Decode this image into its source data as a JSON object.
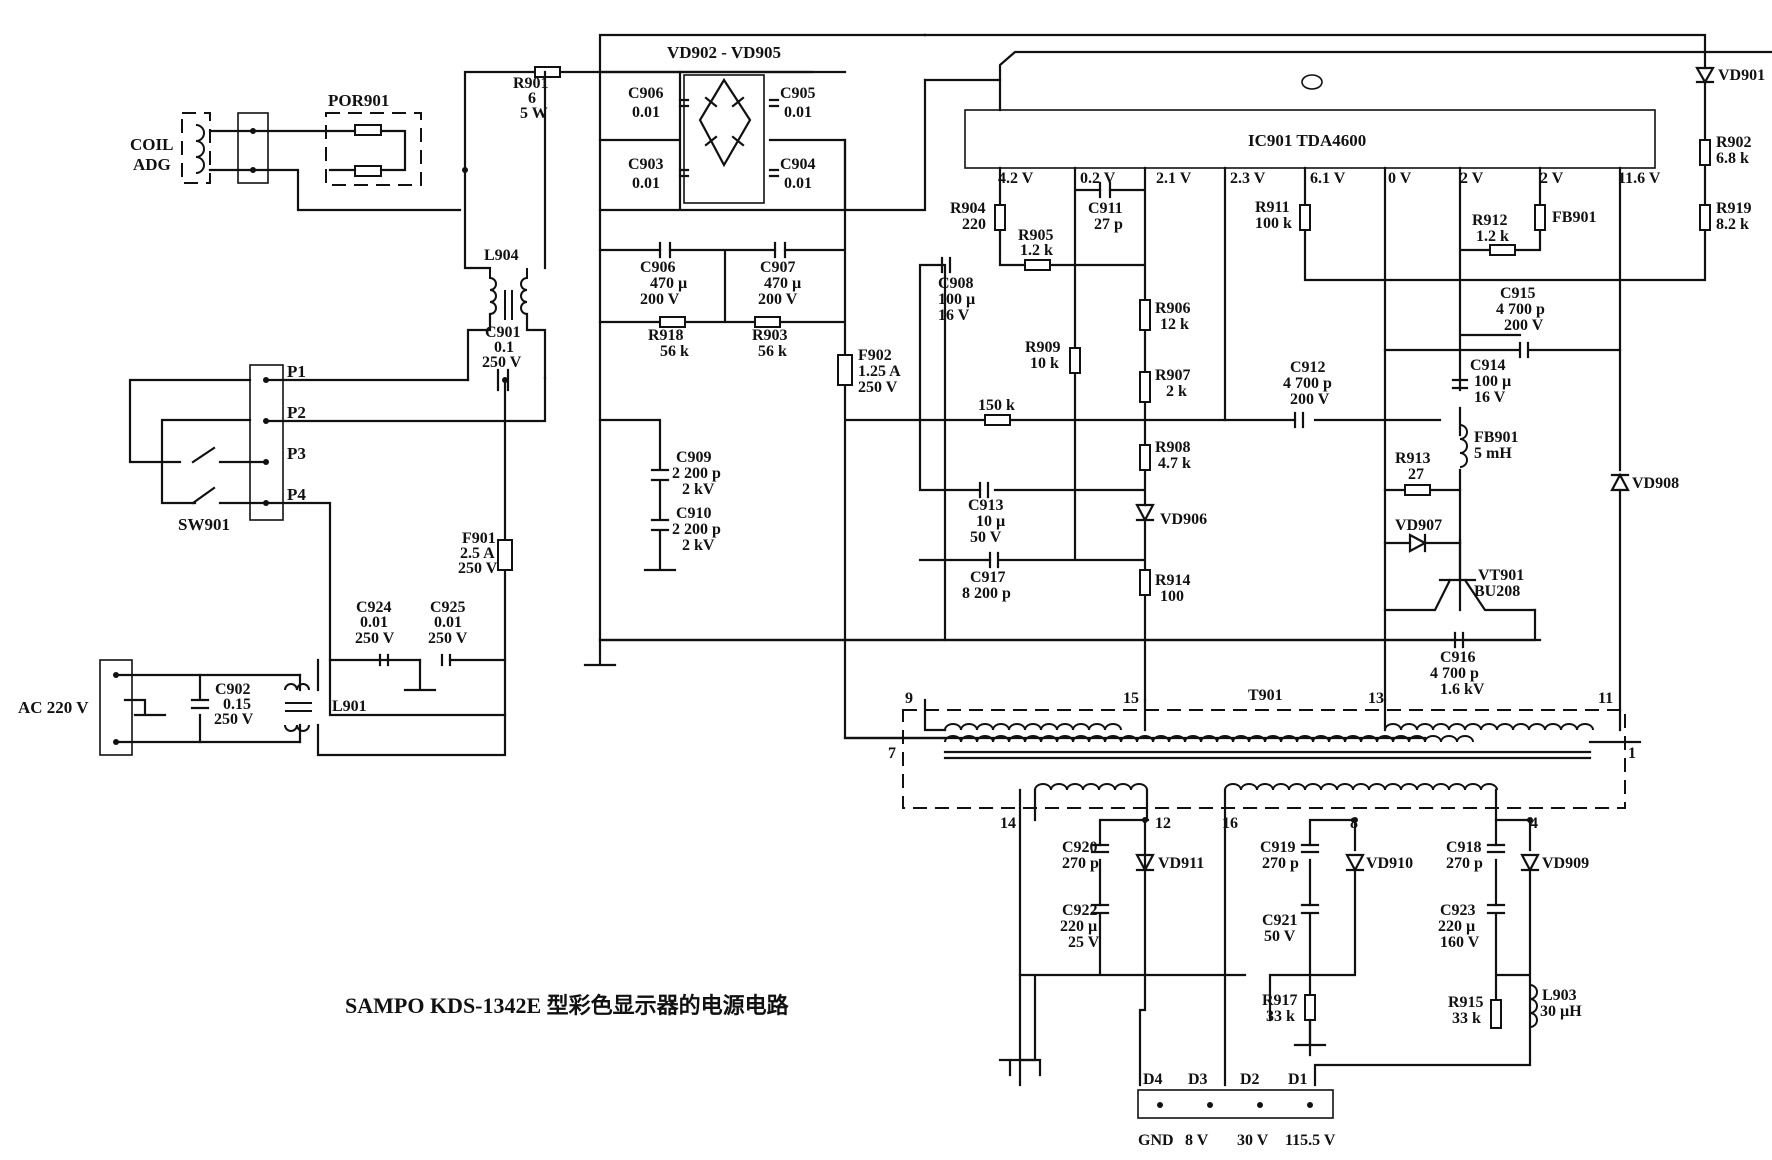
{
  "title": "SAMPO KDS-1342E 型彩色显示器的电源电路",
  "ic": {
    "name": "IC901  TDA4600"
  },
  "ic_pins": [
    "4.2 V",
    "0.2 V",
    "2.1 V",
    "2.3 V",
    "6.1 V",
    "0 V",
    "2 V",
    "2 V",
    "11.6 V"
  ],
  "input": {
    "coil": "COIL",
    "adg": "ADG",
    "por": "POR901",
    "ac": "AC 220 V",
    "sw": "SW901",
    "p1": "P1",
    "p2": "P2",
    "p3": "P3",
    "p4": "P4"
  },
  "bridge": "VD902 - VD905",
  "transformer": {
    "name": "T901",
    "pins": [
      "9",
      "15",
      "13",
      "11",
      "7",
      "1",
      "14",
      "12",
      "16",
      "8",
      "4"
    ]
  },
  "connector": {
    "pins": [
      "D4",
      "D3",
      "D2",
      "D1"
    ],
    "voltages": [
      "GND",
      "8 V",
      "30 V",
      "115.5 V"
    ]
  },
  "components": {
    "R901": [
      "R901",
      "6",
      "5 W"
    ],
    "C906a": [
      "C906",
      "0.01"
    ],
    "C905": [
      "C905",
      "0.01"
    ],
    "C903": [
      "C903",
      "0.01"
    ],
    "C904": [
      "C904",
      "0.01"
    ],
    "C906b": [
      "C906",
      "470 µ",
      "200 V"
    ],
    "C907": [
      "C907",
      "470 µ",
      "200 V"
    ],
    "R918": [
      "R918",
      "56 k"
    ],
    "R903": [
      "R903",
      "56 k"
    ],
    "C909": [
      "C909",
      "2 200 p",
      "2 kV"
    ],
    "C910": [
      "C910",
      "2 200 p",
      "2 kV"
    ],
    "L904": [
      "L904"
    ],
    "C901": [
      "C901",
      "0.1",
      "250 V"
    ],
    "F901": [
      "F901",
      "2.5 A",
      "250 V"
    ],
    "F902": [
      "F902",
      "1.25 A",
      "250 V"
    ],
    "C924": [
      "C924",
      "0.01",
      "250 V"
    ],
    "C925": [
      "C925",
      "0.01",
      "250 V"
    ],
    "C902": [
      "C902",
      "0.15",
      "250 V"
    ],
    "L901": [
      "L901"
    ],
    "R904": [
      "R904",
      "220"
    ],
    "R905": [
      "R905",
      "1.2 k"
    ],
    "C911": [
      "C911",
      "27 p"
    ],
    "C908": [
      "C908",
      "100 µ",
      "16 V"
    ],
    "R906": [
      "R906",
      "12 k"
    ],
    "R909": [
      "R909",
      "10 k"
    ],
    "R907": [
      "R907",
      "2 k"
    ],
    "R150": [
      "150 k"
    ],
    "R908": [
      "R908",
      "4.7 k"
    ],
    "C913": [
      "C913",
      "10 µ",
      "50 V"
    ],
    "VD906": [
      "VD906"
    ],
    "C917": [
      "C917",
      "8 200 p"
    ],
    "R914": [
      "R914",
      "100"
    ],
    "R911": [
      "R911",
      "100 k"
    ],
    "R912": [
      "R912",
      "1.2 k"
    ],
    "FB901a": [
      "FB901"
    ],
    "C912": [
      "C912",
      "4 700 p",
      "200 V"
    ],
    "C915": [
      "C915",
      "4 700 p",
      "200 V"
    ],
    "C914": [
      "C914",
      "100 µ",
      "16 V"
    ],
    "FB901b": [
      "FB901",
      "5 mH"
    ],
    "R913": [
      "R913",
      "27"
    ],
    "VD907": [
      "VD907"
    ],
    "VT901": [
      "VT901",
      "BU208"
    ],
    "C916": [
      "C916",
      "4 700 p",
      "1.6 kV"
    ],
    "VD908": [
      "VD908"
    ],
    "VD901": [
      "VD901"
    ],
    "R902": [
      "R902",
      "6.8 k"
    ],
    "R919": [
      "R919",
      "8.2 k"
    ],
    "C920": [
      "C920",
      "270 p"
    ],
    "VD911": [
      "VD911"
    ],
    "C922": [
      "C922",
      "220 µ",
      "25 V"
    ],
    "C919": [
      "C919",
      "270 p"
    ],
    "VD910": [
      "VD910"
    ],
    "C921": [
      "C921",
      "50 V"
    ],
    "R917": [
      "R917",
      "33 k"
    ],
    "C918": [
      "C918",
      "270 p"
    ],
    "VD909": [
      "VD909"
    ],
    "C923": [
      "C923",
      "220 µ",
      "160 V"
    ],
    "R915": [
      "R915",
      "33 k"
    ],
    "L903": [
      "L903",
      "30 µH"
    ]
  }
}
